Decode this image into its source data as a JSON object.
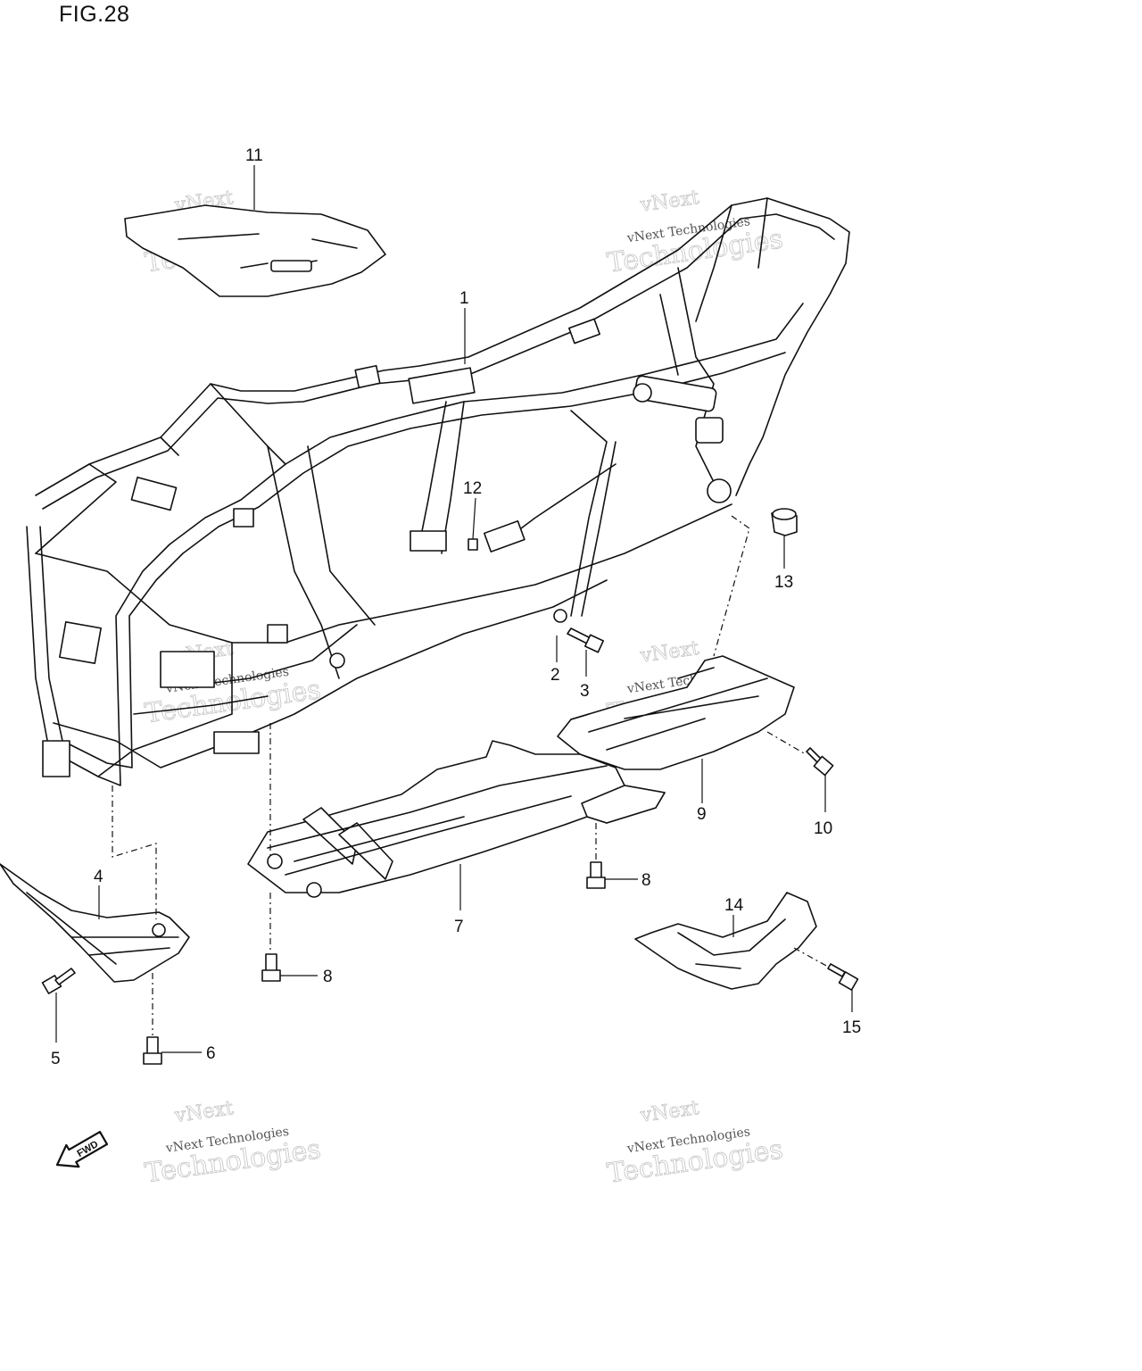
{
  "figure": {
    "title": "FIG.28"
  },
  "callouts": [
    {
      "id": "1",
      "label": "1"
    },
    {
      "id": "2",
      "label": "2"
    },
    {
      "id": "3",
      "label": "3"
    },
    {
      "id": "4",
      "label": "4"
    },
    {
      "id": "5",
      "label": "5"
    },
    {
      "id": "6",
      "label": "6"
    },
    {
      "id": "7",
      "label": "7"
    },
    {
      "id": "8a",
      "label": "8"
    },
    {
      "id": "8b",
      "label": "8"
    },
    {
      "id": "9",
      "label": "9"
    },
    {
      "id": "10",
      "label": "10"
    },
    {
      "id": "11",
      "label": "11"
    },
    {
      "id": "12",
      "label": "12"
    },
    {
      "id": "13",
      "label": "13"
    },
    {
      "id": "14",
      "label": "14"
    },
    {
      "id": "15",
      "label": "15"
    }
  ],
  "watermark": {
    "line1": "vNext",
    "line2": "vNext Technologies",
    "line3": "Technologies"
  },
  "icons": {
    "forward_arrow": "fwd-arrow-icon"
  },
  "forward_label": "FWD"
}
